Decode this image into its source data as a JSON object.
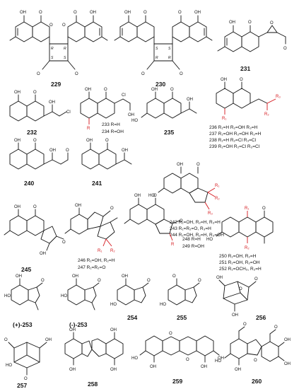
{
  "compounds": {
    "c229": "229",
    "c230": "230",
    "c231": "231",
    "c232": "232",
    "c233_234": "233 R=H\n234 R=OH",
    "c235": "235",
    "c236": "236",
    "c237": "237",
    "c238": "238",
    "c239": "239",
    "c240": "240",
    "c241": "241",
    "c242": "242",
    "c243": "243",
    "c244": "244",
    "c245": "245",
    "c246": "246",
    "c247": "247",
    "c248": "248",
    "c249": "249",
    "c250": "250",
    "c251": "251",
    "c252": "252",
    "c253p": "(+)-253",
    "c253m": "(-)-253",
    "c254": "254",
    "c255": "255",
    "c256": "256",
    "c257": "257",
    "c258": "258",
    "c259": "259",
    "c260": "260"
  },
  "substituents": {
    "s233": "233 R=H",
    "s234": "234 R=OH",
    "s236": "236 R",
    "s236b": "=H, R",
    "s236c": "=OH, R",
    "s236d": "=H",
    "l236": "236 R₁=H   R₂=OH  R₃=H",
    "l237": "237 R₁=OH  R₂=OH  R₃=H",
    "l238": "238 R₁=H   R₂=Cl   R₃=Cl",
    "l239": "239 R₁=OH  R₂=Cl   R₃=Cl",
    "l242": "242 R₁=OH, R₂=H, R₃=H",
    "l243": "243 R₁=R₂=O,       R₃=H",
    "l244": "244 R₁=OH, R₂=H, R₃=OH",
    "l246": "246 R₁=OH, R₂=H",
    "l247": "247 R₁=R₂=O",
    "l248": "248 R=H",
    "l249": "249 R=OH",
    "l250": "250 R₁=OH,    R₂=H",
    "l251": "251 R₁=OH,    R₂=OH",
    "l252": "252 R₁=OCH₃, R₂=H"
  },
  "atoms": {
    "OH": "OH",
    "O": "O",
    "HO": "HO",
    "Cl": "Cl",
    "R": "R",
    "R1": "R₁",
    "R2": "R₂",
    "R3": "R₃",
    "S": "S",
    "Rs": "R"
  },
  "colors": {
    "ink": "#111111",
    "highlight": "#d4141a"
  }
}
